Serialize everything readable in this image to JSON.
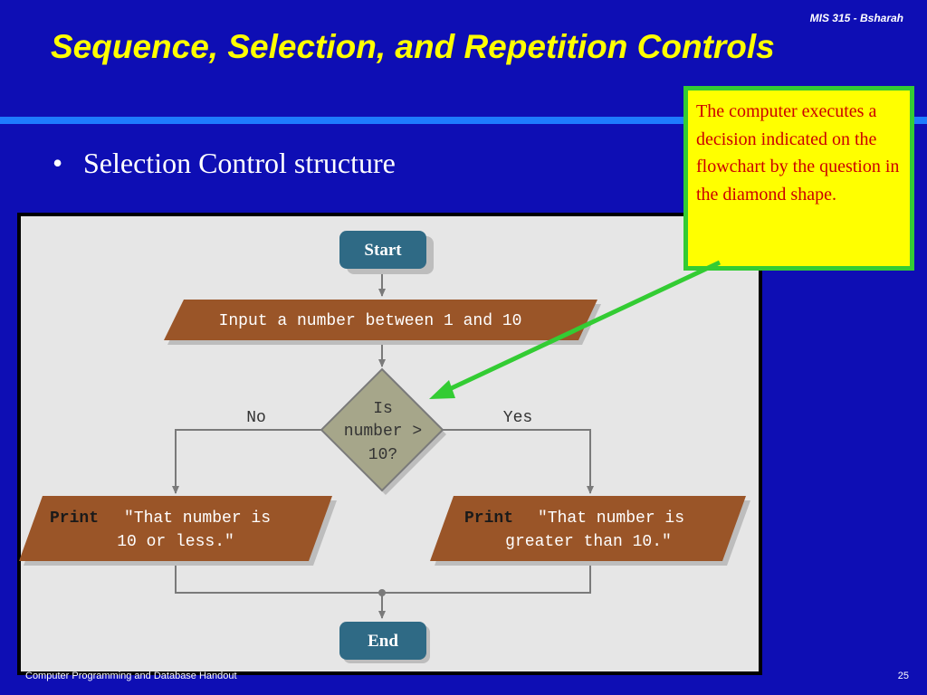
{
  "header": {
    "course": "MIS 315 - Bsharah"
  },
  "slide": {
    "title": "Sequence, Selection, and Repetition Controls",
    "bullet": "Selection Control structure"
  },
  "callout": {
    "text": "The computer executes a decision indicated on the flowchart by the question in the diamond shape."
  },
  "flowchart": {
    "start": "Start",
    "input": "Input a number between 1 and 10",
    "decision_lines": [
      "Is",
      "number >",
      "10?"
    ],
    "branch_no": "No",
    "branch_yes": "Yes",
    "left_keyword": "Print",
    "left_text_1": "\"That number is",
    "left_text_2": "10 or less.\"",
    "right_keyword": "Print",
    "right_text_1": "\"That number is",
    "right_text_2": "greater than 10.\"",
    "end": "End"
  },
  "footer": {
    "left": "Computer Programming and Database Handout",
    "page": "25"
  },
  "colors": {
    "slide_background": "#0e0eb4",
    "title": "#ffff00",
    "rule": "#1e7bff",
    "callout_fill": "#ffff00",
    "callout_border": "#33cc33",
    "callout_text": "#cc0000",
    "arrow": "#33cc33",
    "terminal_fill": "#2f6a85",
    "io_fill": "#9a5528",
    "decision_fill": "#a6a68a"
  }
}
